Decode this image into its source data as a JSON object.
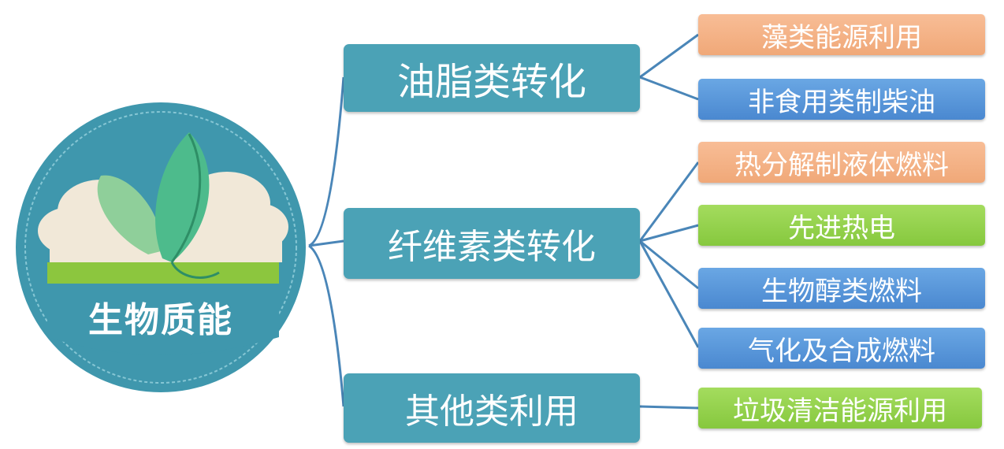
{
  "colors": {
    "line": "#4a86b8",
    "category": "#4ba2b6",
    "orange": "#f4b183",
    "blue": "#5b9bd5",
    "green": "#92d050"
  },
  "hub": {
    "label": "生物质能",
    "icon": "leaf-landscape-icon"
  },
  "categories": [
    {
      "label": "油脂类转化",
      "children": [
        {
          "label": "藻类能源利用",
          "color": "orange"
        },
        {
          "label": "非食用类制柴油",
          "color": "blue"
        }
      ]
    },
    {
      "label": "纤维素类转化",
      "children": [
        {
          "label": "热分解制液体燃料",
          "color": "orange"
        },
        {
          "label": "先进热电",
          "color": "green"
        },
        {
          "label": "生物醇类燃料",
          "color": "blue"
        },
        {
          "label": "气化及合成燃料",
          "color": "blue"
        }
      ]
    },
    {
      "label": "其他类利用",
      "children": [
        {
          "label": "垃圾清洁能源利用",
          "color": "green"
        }
      ]
    }
  ]
}
